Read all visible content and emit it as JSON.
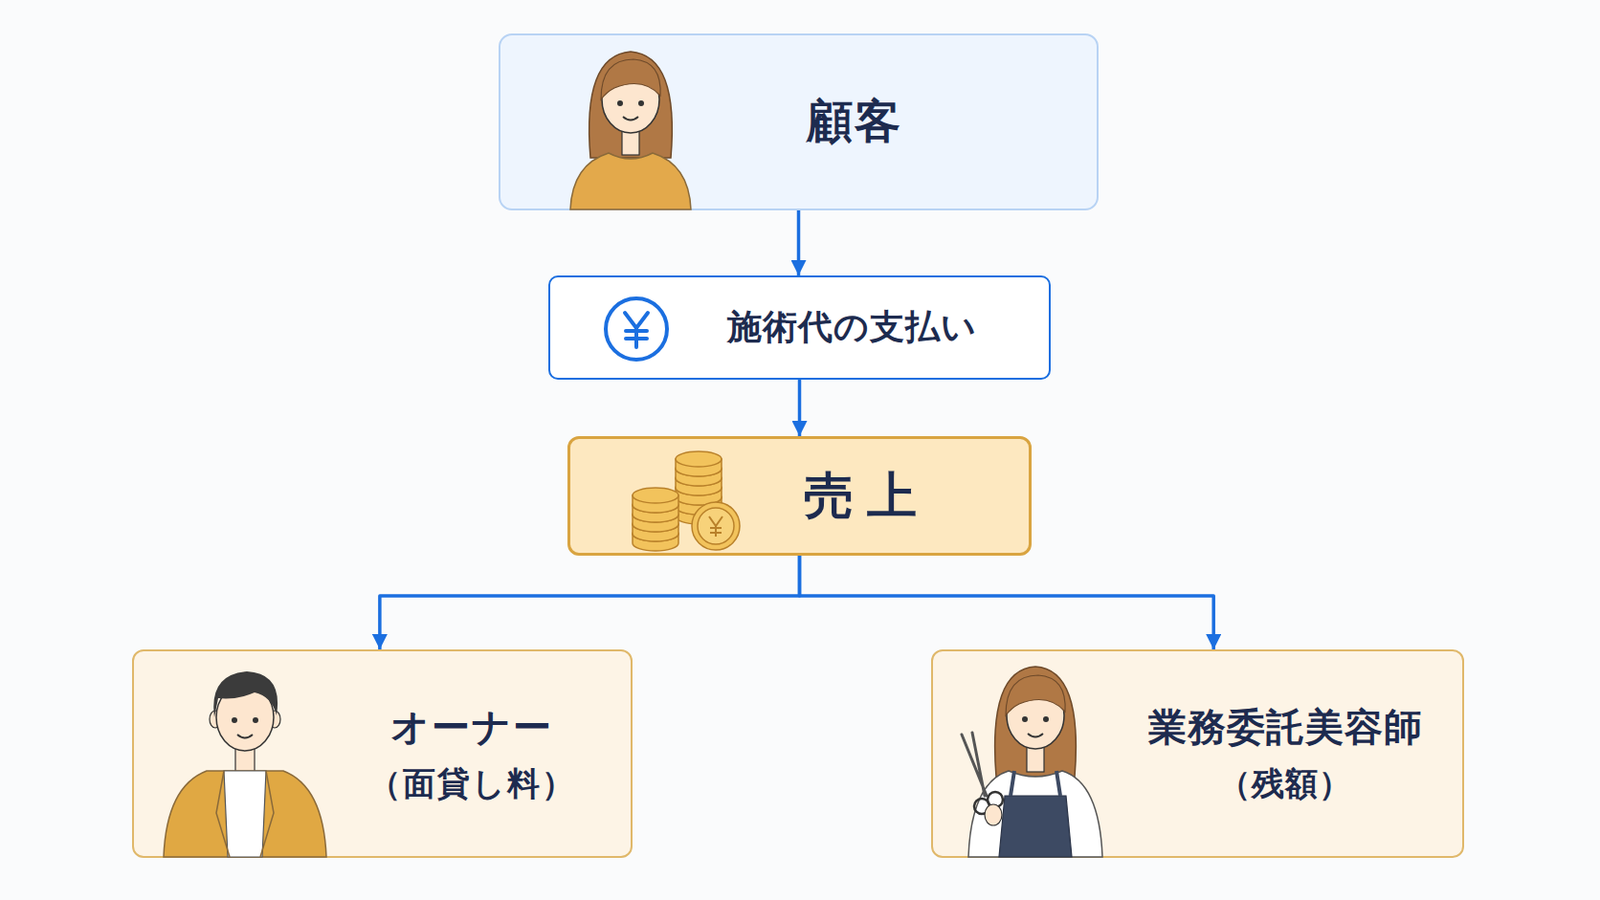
{
  "diagram": {
    "nodes": [
      {
        "text": [
          "顧客"
        ]
      },
      {
        "text": [
          "施術代の支払い"
        ]
      },
      {
        "text": [
          "売上"
        ]
      },
      {
        "text": [
          "オーナー",
          "（面貸し料）"
        ]
      },
      {
        "text": [
          "業務委託美容師",
          "（残額）"
        ]
      }
    ],
    "edges": [
      {
        "from": 0,
        "to": 1,
        "arrow": "to"
      },
      {
        "from": 1,
        "to": 2,
        "arrow": "to"
      },
      {
        "from": 2,
        "to": 3,
        "arrow": "to"
      },
      {
        "from": 2,
        "to": 4,
        "arrow": "to"
      }
    ]
  }
}
